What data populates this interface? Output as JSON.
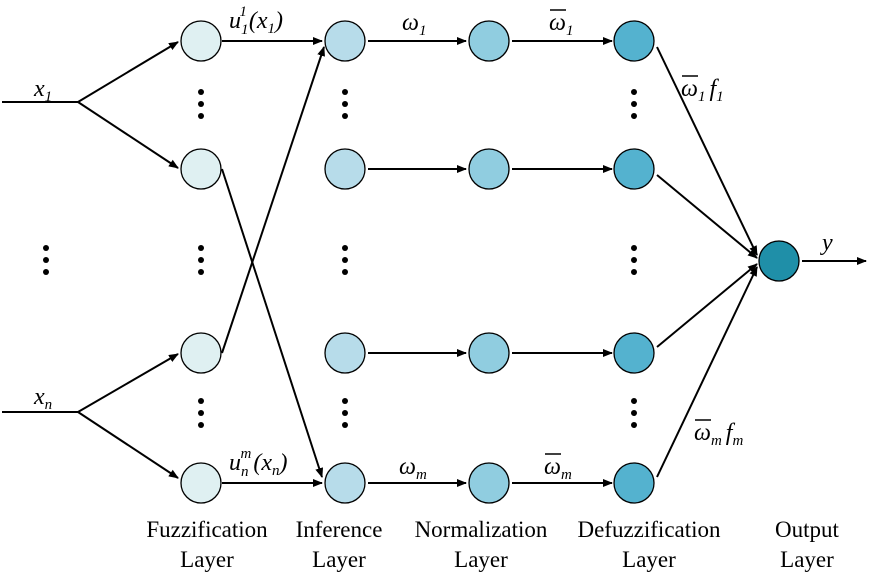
{
  "colors": {
    "fuzzification": "#dff0f2",
    "inference": "#b7dcea",
    "normalization": "#90cde0",
    "defuzzification": "#54b2cf",
    "output": "#1f8fa8"
  },
  "inputs": {
    "x1": {
      "base": "x",
      "sub": "1"
    },
    "xn": {
      "base": "x",
      "sub": "n"
    }
  },
  "edge_labels": {
    "u_top": {
      "base": "u",
      "sub": "1",
      "sup": "1",
      "arg": "(x",
      "argsub": "1",
      "close": ")"
    },
    "u_bottom": {
      "base": "u",
      "sub": "n",
      "sup": "m",
      "arg": "(x",
      "argsub": "n",
      "close": ")"
    },
    "w_top": {
      "base": "ω",
      "sub": "1"
    },
    "w_bottom": {
      "base": "ω",
      "sub": "m"
    },
    "wbar_top": {
      "base": "ω",
      "sub": "1"
    },
    "wbar_bottom": {
      "base": "ω",
      "sub": "m"
    },
    "wf_top": {
      "base": "ω",
      "sub": "1",
      "f": "f",
      "fsub": "1"
    },
    "wf_bottom": {
      "base": "ω",
      "sub": "m",
      "f": "f",
      "fsub": "m"
    },
    "output": {
      "base": "y"
    }
  },
  "layers": [
    {
      "line1": "Fuzzification",
      "line2": "Layer"
    },
    {
      "line1": "Inference",
      "line2": "Layer"
    },
    {
      "line1": "Normalization",
      "line2": "Layer"
    },
    {
      "line1": "Defuzzification",
      "line2": "Layer"
    },
    {
      "line1": "Output",
      "line2": "Layer"
    }
  ]
}
